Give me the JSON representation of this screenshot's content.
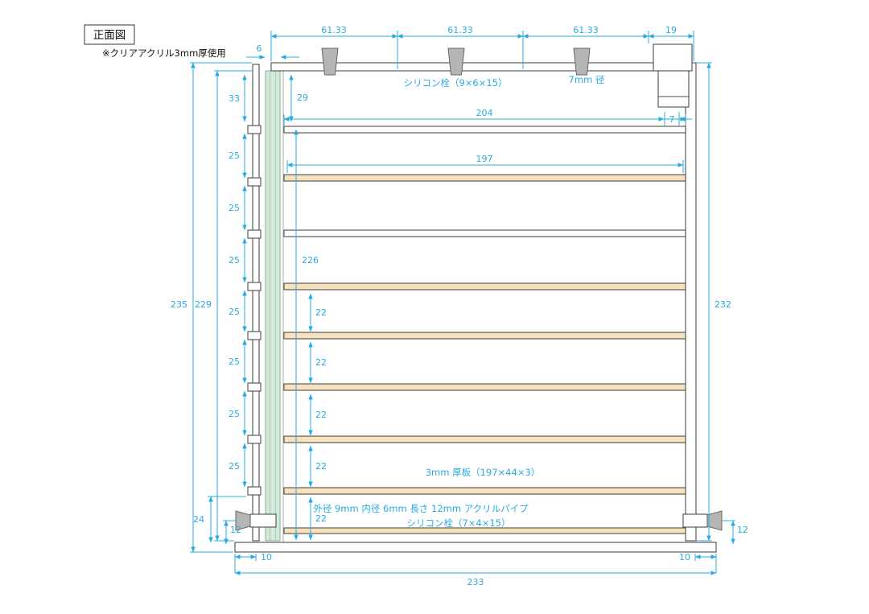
{
  "title": "正面図",
  "note": "※クリアアクリル3mm厚使用",
  "callouts": {
    "top_plug": "シリコン栓（9×6×15）",
    "hole_dia": "7mm 径",
    "board": "3mm 厚板（197×44×3）",
    "pipe": "外径 9mm 内径 6mm 長さ 12mm アクリルパイプ",
    "bottom_plug": "シリコン栓（7×4×15）"
  },
  "dims": {
    "top_spans": [
      "61.33",
      "61.33",
      "61.33",
      "19"
    ],
    "panel_width": "6",
    "first_gap_left": "33",
    "first_gap_inner": "29",
    "inner_width": "204",
    "board_width": "197",
    "left_gaps": [
      "25",
      "25",
      "25",
      "25",
      "25",
      "25",
      "25"
    ],
    "inner_height": "226",
    "shelf_gaps": [
      "22",
      "22",
      "22",
      "22",
      "22"
    ],
    "overall_height": "235",
    "left_inner_height": "229",
    "right_height": "232",
    "bottom_gap": "24",
    "pipe_offset_left": "12",
    "pipe_offset_right": "12",
    "overhang_left": "10",
    "overhang_right": "10",
    "overall_width": "233",
    "slot_width": "7"
  },
  "colors": {
    "dimension": "#29abe2",
    "outline": "#4d4d4d",
    "panel_green": "#d2ead9",
    "board_tan": "#f7e2bd",
    "plug_gray": "#b5b5b5"
  }
}
